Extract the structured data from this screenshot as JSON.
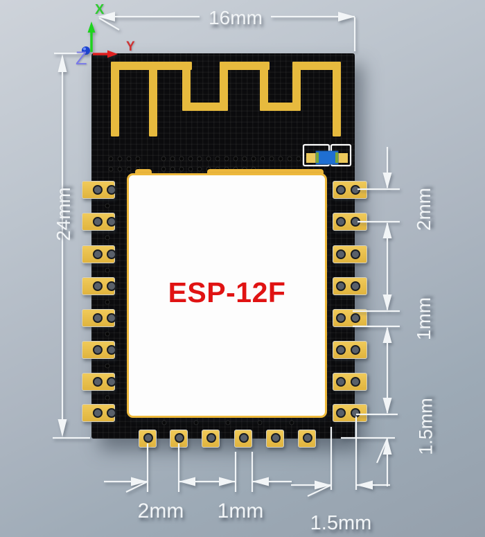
{
  "scene": {
    "module_label": "ESP-12F"
  },
  "axis": {
    "x": "X",
    "y": "Y",
    "z": "Z"
  },
  "dimensions": {
    "board_width": "16mm",
    "board_height": "24mm",
    "side_pin_pitch": "2mm",
    "side_pad_width": "1mm",
    "side_edge_offset": "1.5mm",
    "bottom_pin_pitch": "2mm",
    "bottom_pad_width": "1mm",
    "bottom_edge_offset": "1.5mm"
  },
  "pins": {
    "left_count": 8,
    "right_count": 8,
    "bottom_count": 6
  },
  "colors": {
    "background": "#b7bfc9",
    "pcb_black": "#0b0b0d",
    "copper_gold": "#e7ba3e",
    "shield_white": "#fdfdfd",
    "module_label_red": "#e01313",
    "component_blue": "#1f6fd2",
    "dimension_white": "#f2f5f7",
    "axis_x_green": "#2ecc2e",
    "axis_y_red": "#cf3333",
    "axis_z_blue": "#7b7be8"
  }
}
